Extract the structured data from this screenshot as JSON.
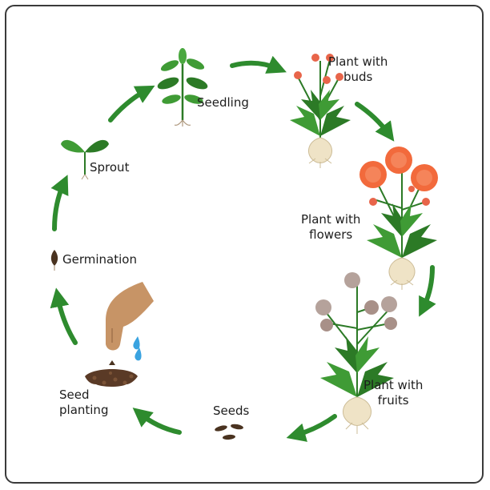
{
  "stages": [
    {
      "id": "seedling",
      "label": "Seedling"
    },
    {
      "id": "plant-with-buds",
      "label": "Plant with\nbuds"
    },
    {
      "id": "plant-with-flowers",
      "label": "Plant with\nflowers"
    },
    {
      "id": "plant-with-fruits",
      "label": "Plant with\nfruits"
    },
    {
      "id": "seeds",
      "label": "Seeds"
    },
    {
      "id": "seed-planting",
      "label": "Seed\nplanting"
    },
    {
      "id": "germination",
      "label": "Germination"
    },
    {
      "id": "sprout",
      "label": "Sprout"
    }
  ],
  "colors": {
    "arrow": "#2e8b2e",
    "leaf": "#3f9b35",
    "leaf_dark": "#2c7a26",
    "flower": "#f26a3c",
    "bud": "#e8654a",
    "root": "#efe3c6",
    "fruit": "#b5a29b",
    "soil": "#5a3a26",
    "hand": "#c79466",
    "water": "#3aa3e0",
    "seed": "#4a3320"
  }
}
